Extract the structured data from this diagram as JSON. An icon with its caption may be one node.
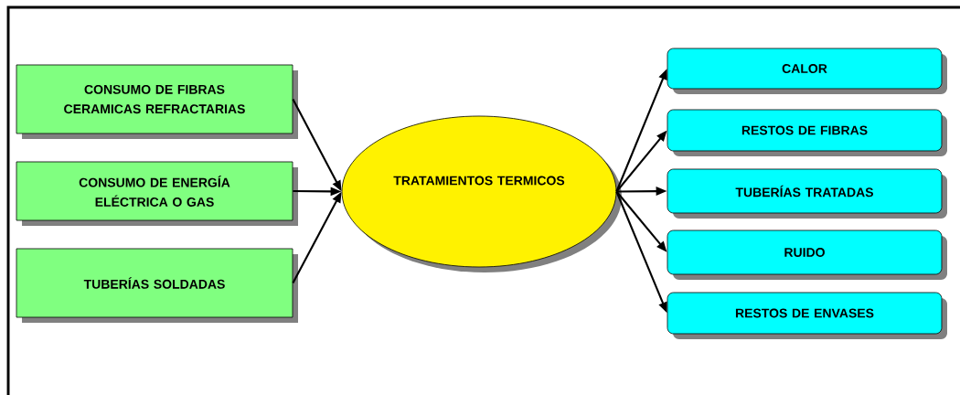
{
  "diagram": {
    "nodes": [
      {
        "text": [
          "CONSUMO DE FIBRAS CERAMICAS REFRACTARIAS"
        ]
      },
      {
        "text": [
          "CONSUMO DE ENERGÍA ELÉCTRICA O GAS"
        ]
      },
      {
        "text": [
          "TUBERÍAS SOLDADAS"
        ]
      },
      {
        "text": [
          "TRATAMIENTOS TERMICOS"
        ]
      },
      {
        "text": [
          "CALOR"
        ]
      },
      {
        "text": [
          "RESTOS DE FIBRAS"
        ]
      },
      {
        "text": [
          "TUBERÍAS TRATADAS"
        ]
      },
      {
        "text": [
          "RUIDO"
        ]
      },
      {
        "text": [
          "RESTOS DE ENVASES"
        ]
      }
    ],
    "edges": [
      {
        "from": 0,
        "to": 3,
        "arrow": "to"
      },
      {
        "from": 1,
        "to": 3,
        "arrow": "to"
      },
      {
        "from": 2,
        "to": 3,
        "arrow": "to"
      },
      {
        "from": 3,
        "to": 4,
        "arrow": "to"
      },
      {
        "from": 3,
        "to": 5,
        "arrow": "to"
      },
      {
        "from": 3,
        "to": 6,
        "arrow": "to"
      },
      {
        "from": 3,
        "to": 7,
        "arrow": "to"
      },
      {
        "from": 3,
        "to": 8,
        "arrow": "to"
      }
    ]
  }
}
